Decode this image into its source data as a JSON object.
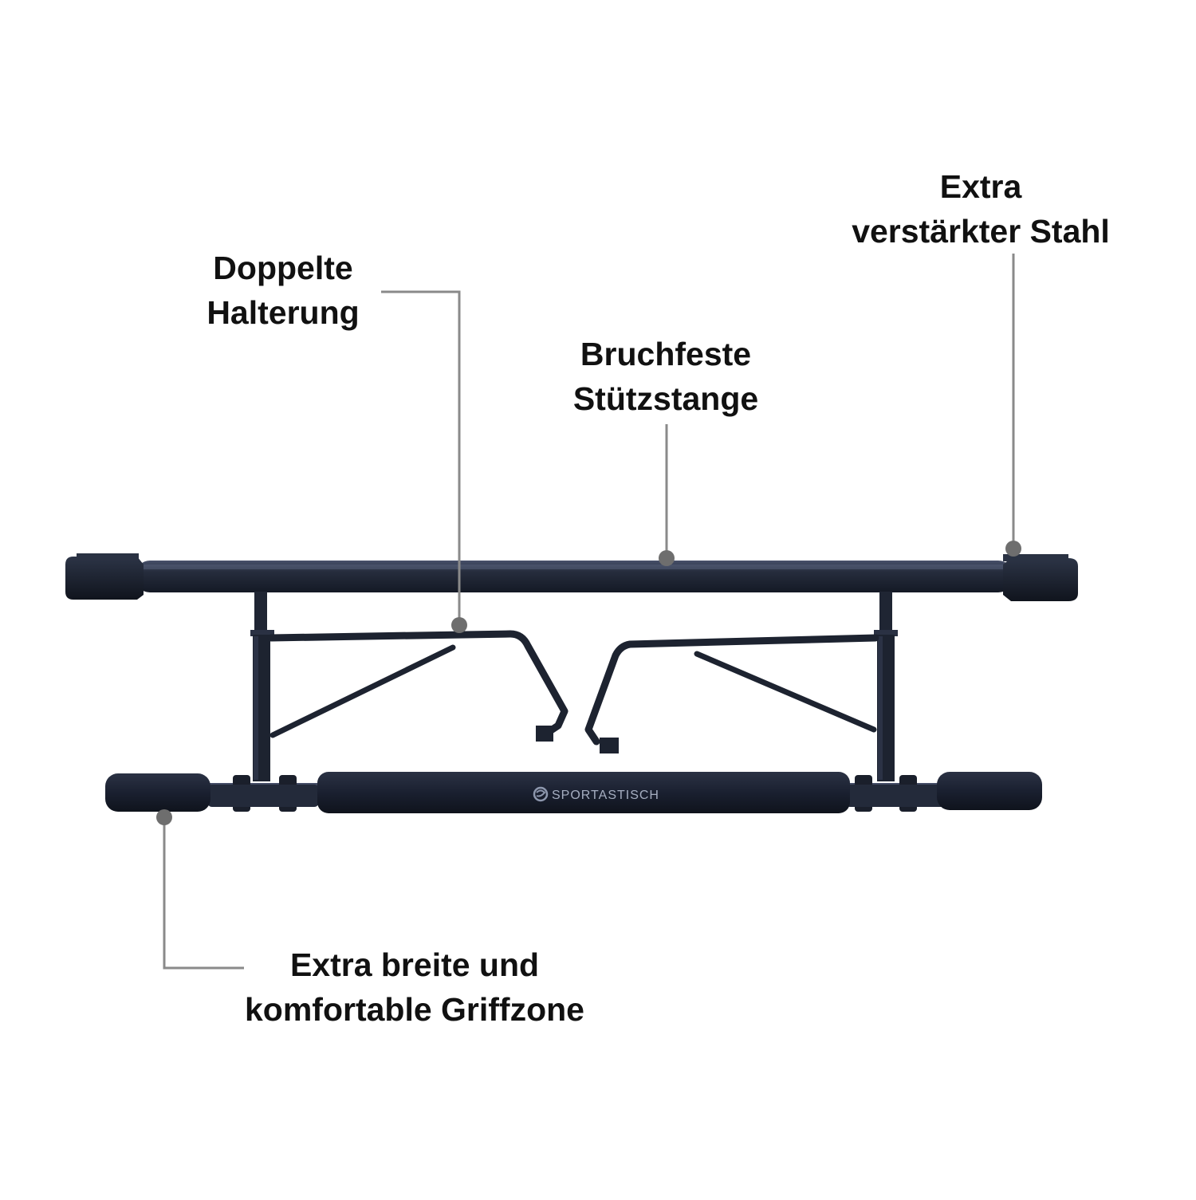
{
  "brand": {
    "logo_text": "SPORTASTISCH"
  },
  "callouts": {
    "halterung": {
      "line1": "Doppelte",
      "line2": "Halterung"
    },
    "stange": {
      "line1": "Bruchfeste",
      "line2": "Stützstange"
    },
    "stahl": {
      "line1": "Extra",
      "line2": "verstärkter Stahl"
    },
    "griff": {
      "line1": "Extra breite und",
      "line2": "komfortable Griffzone"
    }
  },
  "colors": {
    "bar": "#1d2330",
    "bar_highlight": "#3a4358",
    "leader_line": "#8a8a8a",
    "text": "#111111"
  }
}
